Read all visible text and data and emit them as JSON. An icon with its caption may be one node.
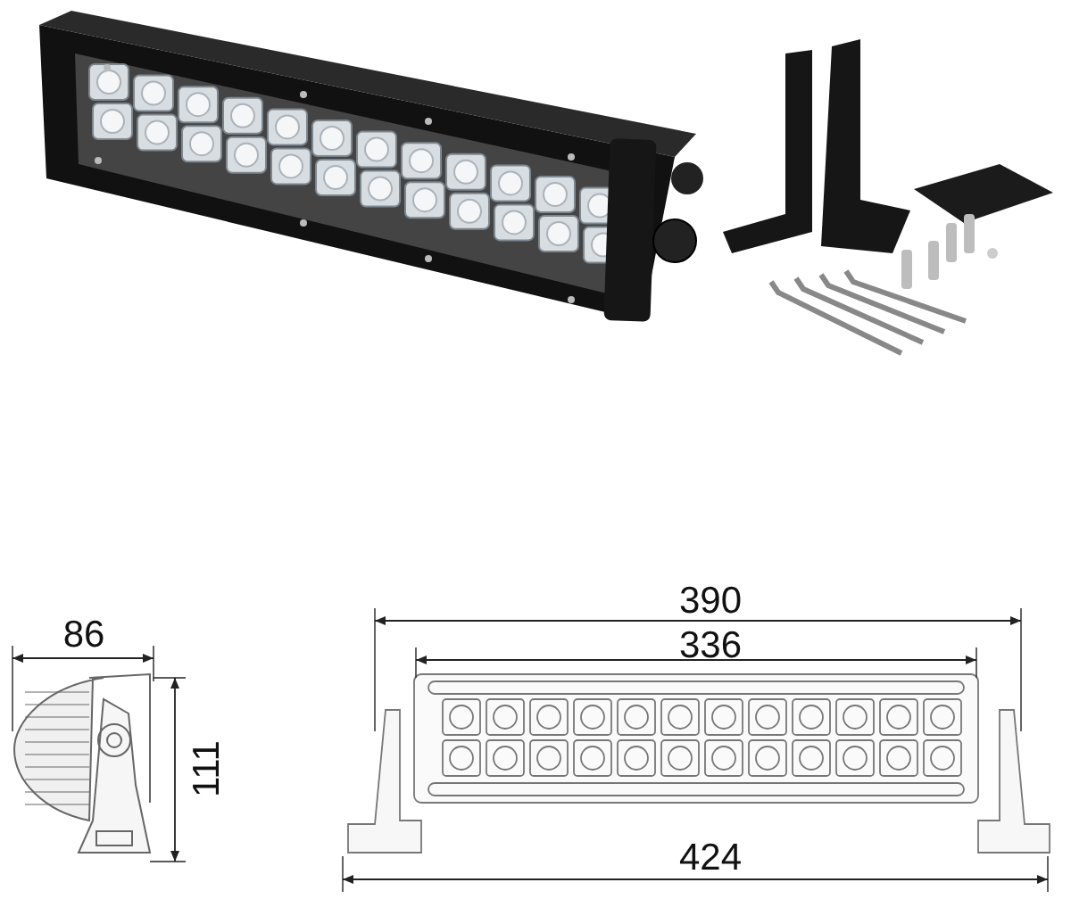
{
  "diagram": {
    "labels": [
      "86",
      "111",
      "390",
      "336",
      "424"
    ]
  }
}
